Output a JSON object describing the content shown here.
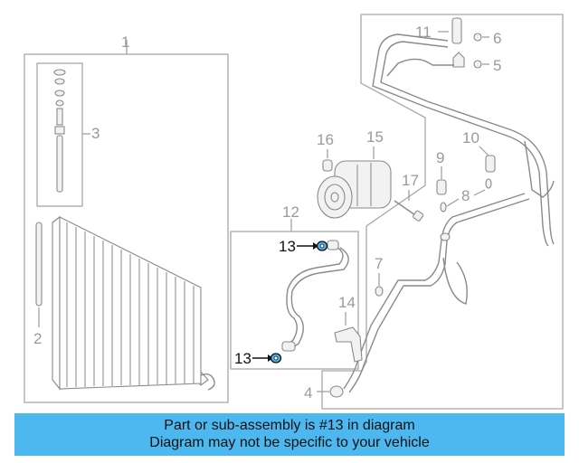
{
  "diagram": {
    "callouts": {
      "n1": "1",
      "n2": "2",
      "n3": "3",
      "n4": "4",
      "n5": "5",
      "n6": "6",
      "n7": "7",
      "n8": "8",
      "n9": "9",
      "n10": "10",
      "n11": "11",
      "n12": "12",
      "n13_top": "13",
      "n13_bottom": "13",
      "n14": "14",
      "n15": "15",
      "n16": "16",
      "n17": "17"
    },
    "highlight_part": "13",
    "colors": {
      "highlight": "#4db8f0",
      "line": "#9a9a9a",
      "banner": "#4db8f0"
    }
  },
  "banner": {
    "line1": "Part or sub-assembly is #13 in diagram",
    "line2": "Diagram may not be specific to your vehicle"
  }
}
